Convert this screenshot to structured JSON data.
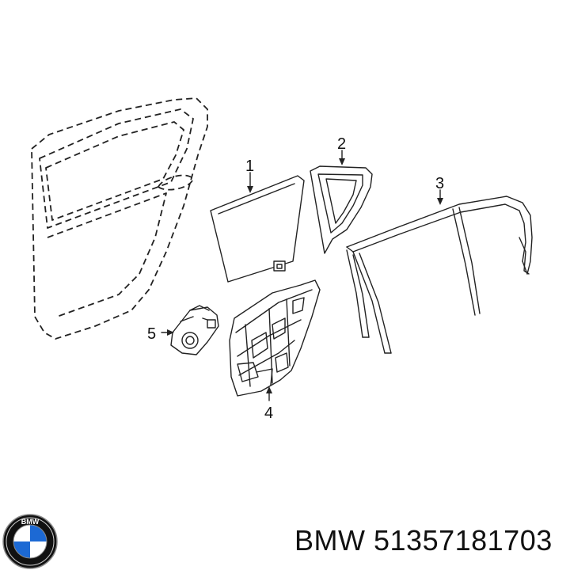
{
  "callouts": [
    {
      "number": "1",
      "part": "window-glass"
    },
    {
      "number": "2",
      "part": "fixed-quarter-glass"
    },
    {
      "number": "3",
      "part": "window-channel-seal"
    },
    {
      "number": "4",
      "part": "window-regulator"
    },
    {
      "number": "5",
      "part": "regulator-motor"
    }
  ],
  "logo": {
    "letters": "BMW",
    "colors": {
      "blue": "#1c69d4",
      "black": "#111111",
      "white": "#ffffff"
    }
  },
  "caption": {
    "brand": "BMW",
    "part_number": "51357181703"
  }
}
